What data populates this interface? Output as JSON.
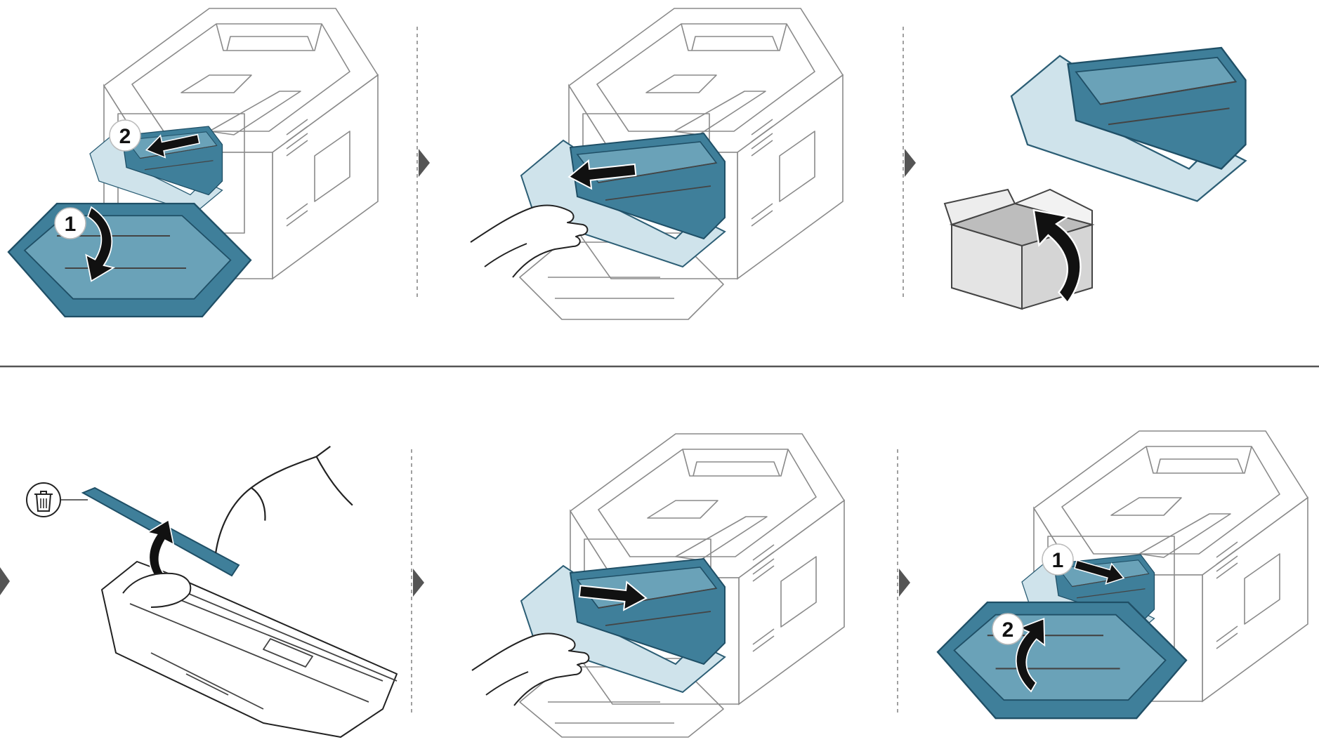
{
  "steps": [
    {
      "id": 1,
      "badges": [
        "1",
        "2"
      ]
    },
    {
      "id": 2,
      "badges": []
    },
    {
      "id": 3,
      "badges": []
    },
    {
      "id": 4,
      "badges": []
    },
    {
      "id": 5,
      "badges": []
    },
    {
      "id": 6,
      "badges": [
        "1",
        "2"
      ]
    }
  ],
  "colors": {
    "accent_blue": "#3f7f9a",
    "arrow": "#111111",
    "separator": "#777777"
  },
  "icons": [
    "recycle-bin-icon",
    "next-step-arrow-icon"
  ]
}
